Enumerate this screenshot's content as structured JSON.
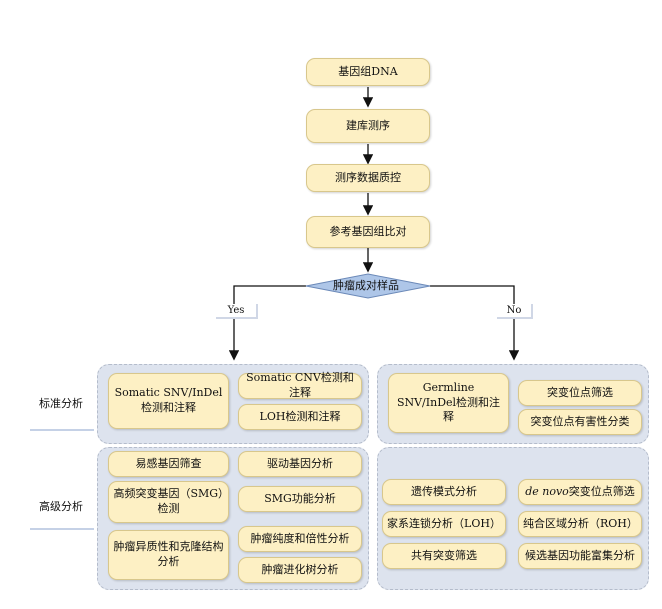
{
  "pipeline": {
    "step1": "基因组DNA",
    "step2": "建库测序",
    "step3": "测序数据质控",
    "step4": "参考基因组比对",
    "decision": "肿瘤成对样品",
    "yes": "Yes",
    "no": "No"
  },
  "sections": {
    "standard": "标准分析",
    "advanced": "高级分析"
  },
  "standard_yes": {
    "somatic_snv": "Somatic SNV/InDel检测和注释",
    "somatic_cnv": "Somatic CNV检测和注释",
    "loh": "LOH检测和注释"
  },
  "standard_no": {
    "germline_snv": "Germline SNV/InDel检测和注释",
    "mutation_filter": "突变位点筛选",
    "harmful_class": "突变位点有害性分类"
  },
  "advanced_yes": {
    "susceptibility": "易感基因筛查",
    "driver": "驱动基因分析",
    "smg": "高频突变基因（SMG）检测",
    "smg_func": "SMG功能分析",
    "heterogeneity": "肿瘤异质性和克隆结构分析",
    "purity": "肿瘤纯度和倍性分析",
    "evolution": "肿瘤进化树分析"
  },
  "advanced_no": {
    "inheritance": "遗传模式分析",
    "denovo_italic": "de novo",
    "denovo_rest": "突变位点筛选",
    "linkage": "家系连锁分析（LOH）",
    "roh": "纯合区域分析（ROH）",
    "shared": "共有突变筛选",
    "enrichment": "候选基因功能富集分析"
  },
  "colors": {
    "node_fill": "#fdf0c4",
    "decision_fill": "#aec6e8",
    "panel_fill": "#dde3ee"
  }
}
